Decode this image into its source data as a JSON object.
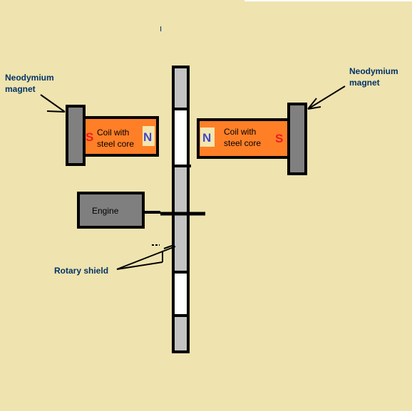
{
  "labels": {
    "magnet_left": [
      "Neodymium",
      "magnet"
    ],
    "magnet_right": [
      "Neodymium",
      "magnet"
    ],
    "coil_left": [
      "Coil with",
      "steel core"
    ],
    "coil_right": [
      "Coil with",
      "steel core"
    ],
    "pole_south": "S",
    "pole_north": "N",
    "engine": "Engine",
    "rotary_shield": "Rotary shield",
    "stray_mark": "ו"
  },
  "colors": {
    "background": "#EFE3AF",
    "magnet": "#808080",
    "coil": "#FF7F27",
    "shield": "#C3C3C3",
    "window": "#FFFFFF",
    "engine": "#7F7F7F",
    "label_text": "#003366",
    "pole_s": "#ED1C24",
    "pole_n": "#3F48CC",
    "pole_box": "#F2E6B0"
  }
}
